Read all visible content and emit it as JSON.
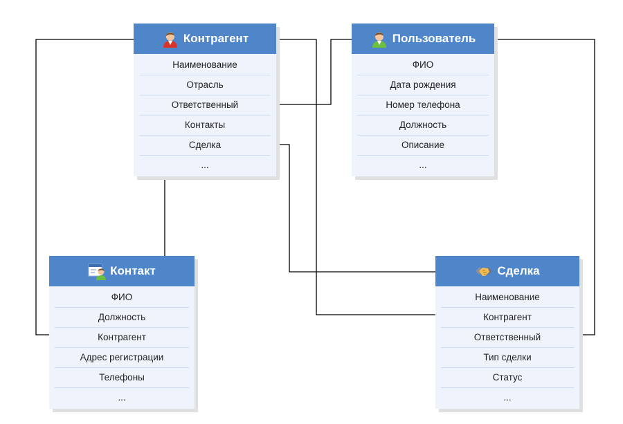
{
  "entities": {
    "kontragent": {
      "title": "Контрагент",
      "icon": "person-red-icon",
      "fields": [
        "Наименование",
        "Отрасль",
        "Ответственный",
        "Контакты",
        "Сделка",
        "..."
      ]
    },
    "polzovatel": {
      "title": "Пользователь",
      "icon": "person-green-icon",
      "fields": [
        "ФИО",
        "Дата рождения",
        "Номер телефона",
        "Должность",
        "Описание",
        "..."
      ]
    },
    "kontakt": {
      "title": "Контакт",
      "icon": "contact-card-icon",
      "fields": [
        "ФИО",
        "Должность",
        "Контрагент",
        "Адрес регистрации",
        "Телефоны",
        "..."
      ]
    },
    "sdelka": {
      "title": "Сделка",
      "icon": "handshake-icon",
      "fields": [
        "Наименование",
        "Контрагент",
        "Ответственный",
        "Тип сделки",
        "Статус",
        "..."
      ]
    }
  },
  "colors": {
    "header": "#4f86c9",
    "body": "#eff3fb",
    "divider": "#cfdcef",
    "connector": "#000000"
  }
}
